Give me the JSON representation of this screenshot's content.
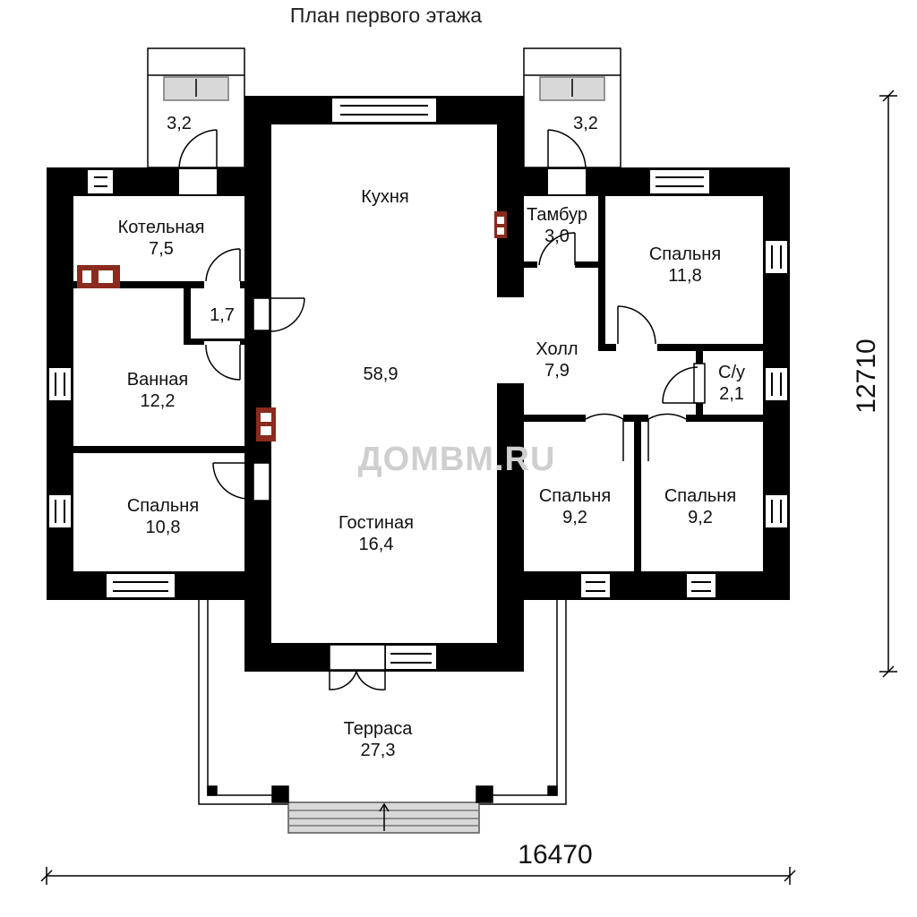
{
  "title": "План первого этажа",
  "watermark": "ДОМВМ.RU",
  "dimensions": {
    "width": "16470",
    "depth": "12710"
  },
  "rooms": {
    "kitchen": {
      "name": "Кухня",
      "area": ""
    },
    "living_total": {
      "name": "",
      "area": "58,9"
    },
    "living": {
      "name": "Гостиная",
      "area": "16,4"
    },
    "boiler": {
      "name": "Котельная",
      "area": "7,5"
    },
    "closet": {
      "name": "",
      "area": "1,7"
    },
    "bath": {
      "name": "Ванная",
      "area": "12,2"
    },
    "bedroom_sw": {
      "name": "Спальня",
      "area": "10,8"
    },
    "porch_left": {
      "name": "",
      "area": "3,2"
    },
    "porch_right": {
      "name": "",
      "area": "3,2"
    },
    "vestibule": {
      "name": "Тамбур",
      "area": "3,0"
    },
    "bedroom_ne": {
      "name": "Спальня",
      "area": "11,8"
    },
    "hall": {
      "name": "Холл",
      "area": "7,9"
    },
    "wc": {
      "name": "С/у",
      "area": "2,1"
    },
    "bedroom_se1": {
      "name": "Спальня",
      "area": "9,2"
    },
    "bedroom_se2": {
      "name": "Спальня",
      "area": "9,2"
    },
    "terrace": {
      "name": "Терраса",
      "area": "27,3"
    }
  },
  "colors": {
    "wall": "#000000",
    "stove": "#8b2a1e",
    "stair": "#d8d8d8",
    "watermark": "#cfcfcf"
  }
}
